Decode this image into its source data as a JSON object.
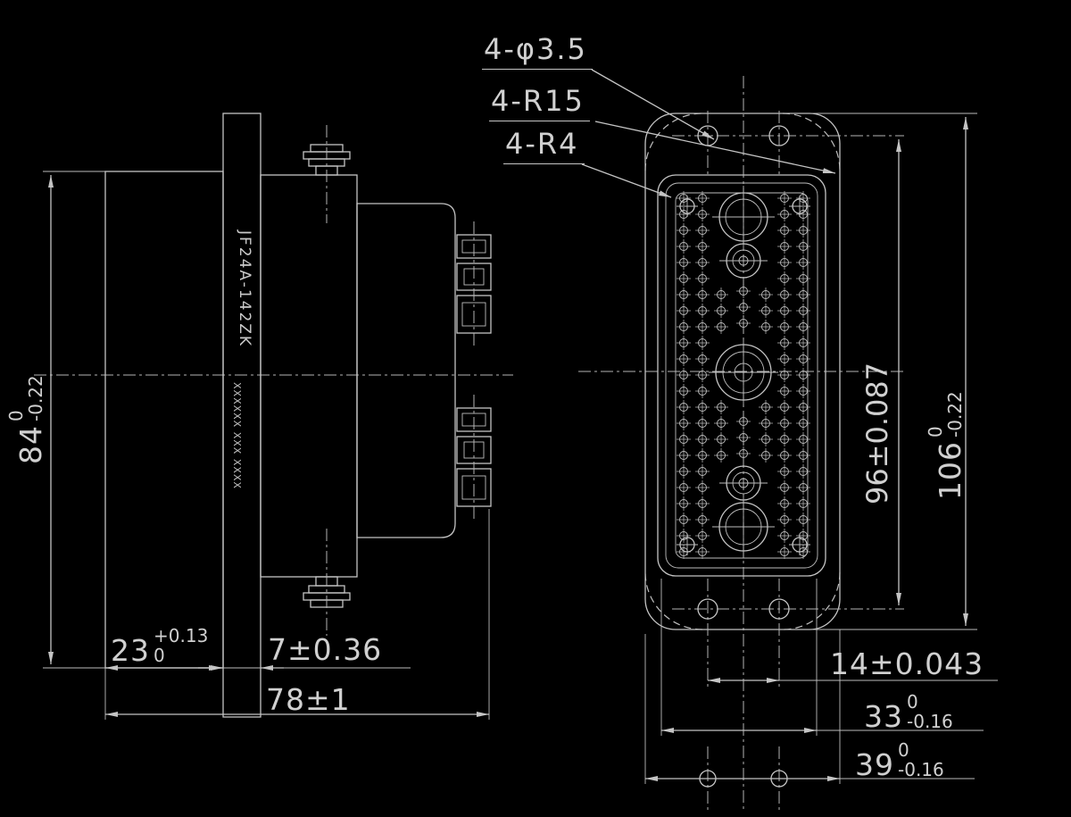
{
  "drawing": {
    "background": "#000000",
    "line_color": "#c4c4c4",
    "text_color": "#d0d0d0",
    "callouts": {
      "holes": "4-φ3.5",
      "corner_radius_outer": "4-R15",
      "corner_radius_inner": "4-R4"
    },
    "left_view": {
      "marking": {
        "line1": "JF24A-142ZK",
        "line2": "XXXXXX XXX XXXX"
      },
      "dims": {
        "insert_height": {
          "value": "84",
          "upper": "0",
          "lower": "-0.22"
        },
        "shell_depth": {
          "value": "23",
          "upper": "+0.13",
          "lower": "0"
        },
        "flange_thickness": "7±0.36",
        "overall_length": "78±1"
      }
    },
    "right_view": {
      "dims": {
        "hole_spacing_vertical": "96±0.087",
        "flange_height": {
          "value": "106",
          "upper": "0",
          "lower": "-0.22"
        },
        "hole_spacing_horizontal": "14±0.043",
        "insert_width": {
          "value": "33",
          "upper": "0",
          "lower": "-0.16"
        },
        "flange_width": {
          "value": "39",
          "upper": "0",
          "lower": "-0.16"
        }
      }
    }
  }
}
